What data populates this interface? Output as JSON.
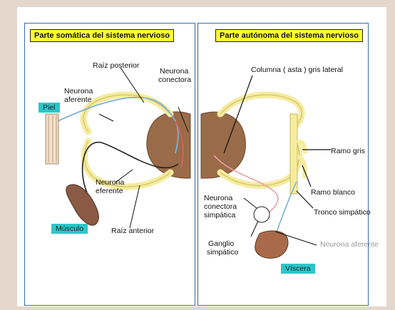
{
  "titles": {
    "somatic": "Parte somática del sistema nervioso",
    "autonomic": "Parte autónoma del sistema nervioso"
  },
  "tags": {
    "skin": "Piel",
    "muscle": "Músculo",
    "viscera": "Víscera"
  },
  "labels": {
    "posterior_root": "Raíz posterior",
    "connector_neuron_1": "Neurona",
    "connector_neuron_2": "conectora",
    "afferent_neuron_1": "Neurona",
    "afferent_neuron_2": "aferente",
    "efferent_neuron_1": "Neurona",
    "efferent_neuron_2": "eferente",
    "anterior_root": "Raíz anterior",
    "lateral_gray_column": "Columna ( asta ) gris lateral",
    "gray_ramus": "Ramo gris",
    "white_ramus": "Ramo blanco",
    "sympathetic_trunk": "Tronco simpático",
    "sympathetic_connector_1": "Neurona",
    "sympathetic_connector_2": "conectora",
    "sympathetic_connector_3": "simpática",
    "sympathetic_ganglion_1": "Ganglio",
    "sympathetic_ganglion_2": "simpático",
    "visceral_afferent": "Neurona aferente"
  },
  "colors": {
    "title_bg": "#ffff33",
    "tag_bg": "#2ec5c8",
    "panel_border": "#3a6aa8",
    "spinal_cord": "#9a6b48",
    "nerve_yellow": "#f6ec9e",
    "afferent_blue": "#7fb0d8",
    "sympathetic_pink": "#e8a0a8"
  }
}
